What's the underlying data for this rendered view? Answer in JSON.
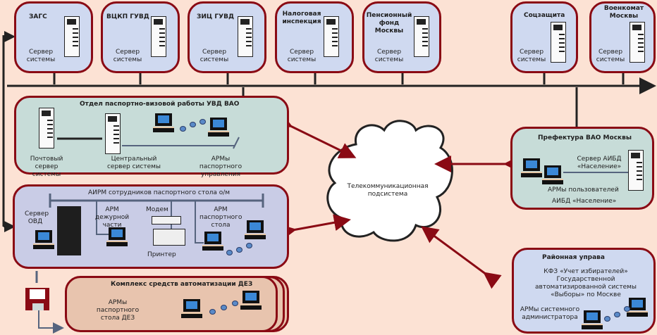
{
  "diagram": {
    "colors": {
      "background": "#fce2d4",
      "box_border": "#8a0a14",
      "bus_line": "#222222",
      "arrow_red": "#8a0a14",
      "screen_blue": "#3b88d6"
    },
    "top_servers": [
      {
        "title": "ЗАГС",
        "label": "Сервер системы"
      },
      {
        "title": "ВЦКП ГУВД",
        "label": "Сервер системы"
      },
      {
        "title": "ЗИЦ ГУВД",
        "label": "Сервер системы"
      },
      {
        "title": "Налоговая инспекция",
        "label": "Сервер системы"
      },
      {
        "title": "Пенсионный фонд Москвы",
        "label": "Сервер системы"
      },
      {
        "title": "Соцзащита",
        "label": "Сервер системы"
      },
      {
        "title": "Военкомат Москвы",
        "label": "Сервер системы"
      }
    ],
    "passport_dept": {
      "title": "Отдел паспортно-визовой работы УВД ВАО",
      "mail_server": "Почтовый сервер системы",
      "central_server": "Центральный сервер системы",
      "workstations": "АРМы паспортного управления"
    },
    "cloud": {
      "label": "Телекоммуникационная подсистема"
    },
    "prefecture": {
      "title": "Префектура ВАО Москвы",
      "server": "Сервер АИБД «Население»",
      "workstations_line1": "АРМы пользователей",
      "workstations_line2": "АИБД «Население»"
    },
    "airm": {
      "title": "АИРМ сотрудников паспортного стола о/м",
      "server": "Сервер ОВД",
      "duty": "АРМ дежурной части",
      "modem": "Модем",
      "printer": "Принтер",
      "passport_desk": "АРМ паспортного стола"
    },
    "dez": {
      "title": "Комплекс средств автоматизации ДЕЗ",
      "workstations": "АРМы паспортного стола ДЕЗ"
    },
    "district": {
      "title": "Районная управа",
      "description": "КФЗ «Учет избирателей» Государственной автоматизированной системы «Выборы» по Москве",
      "admin": "АРМы системного администратора"
    }
  }
}
